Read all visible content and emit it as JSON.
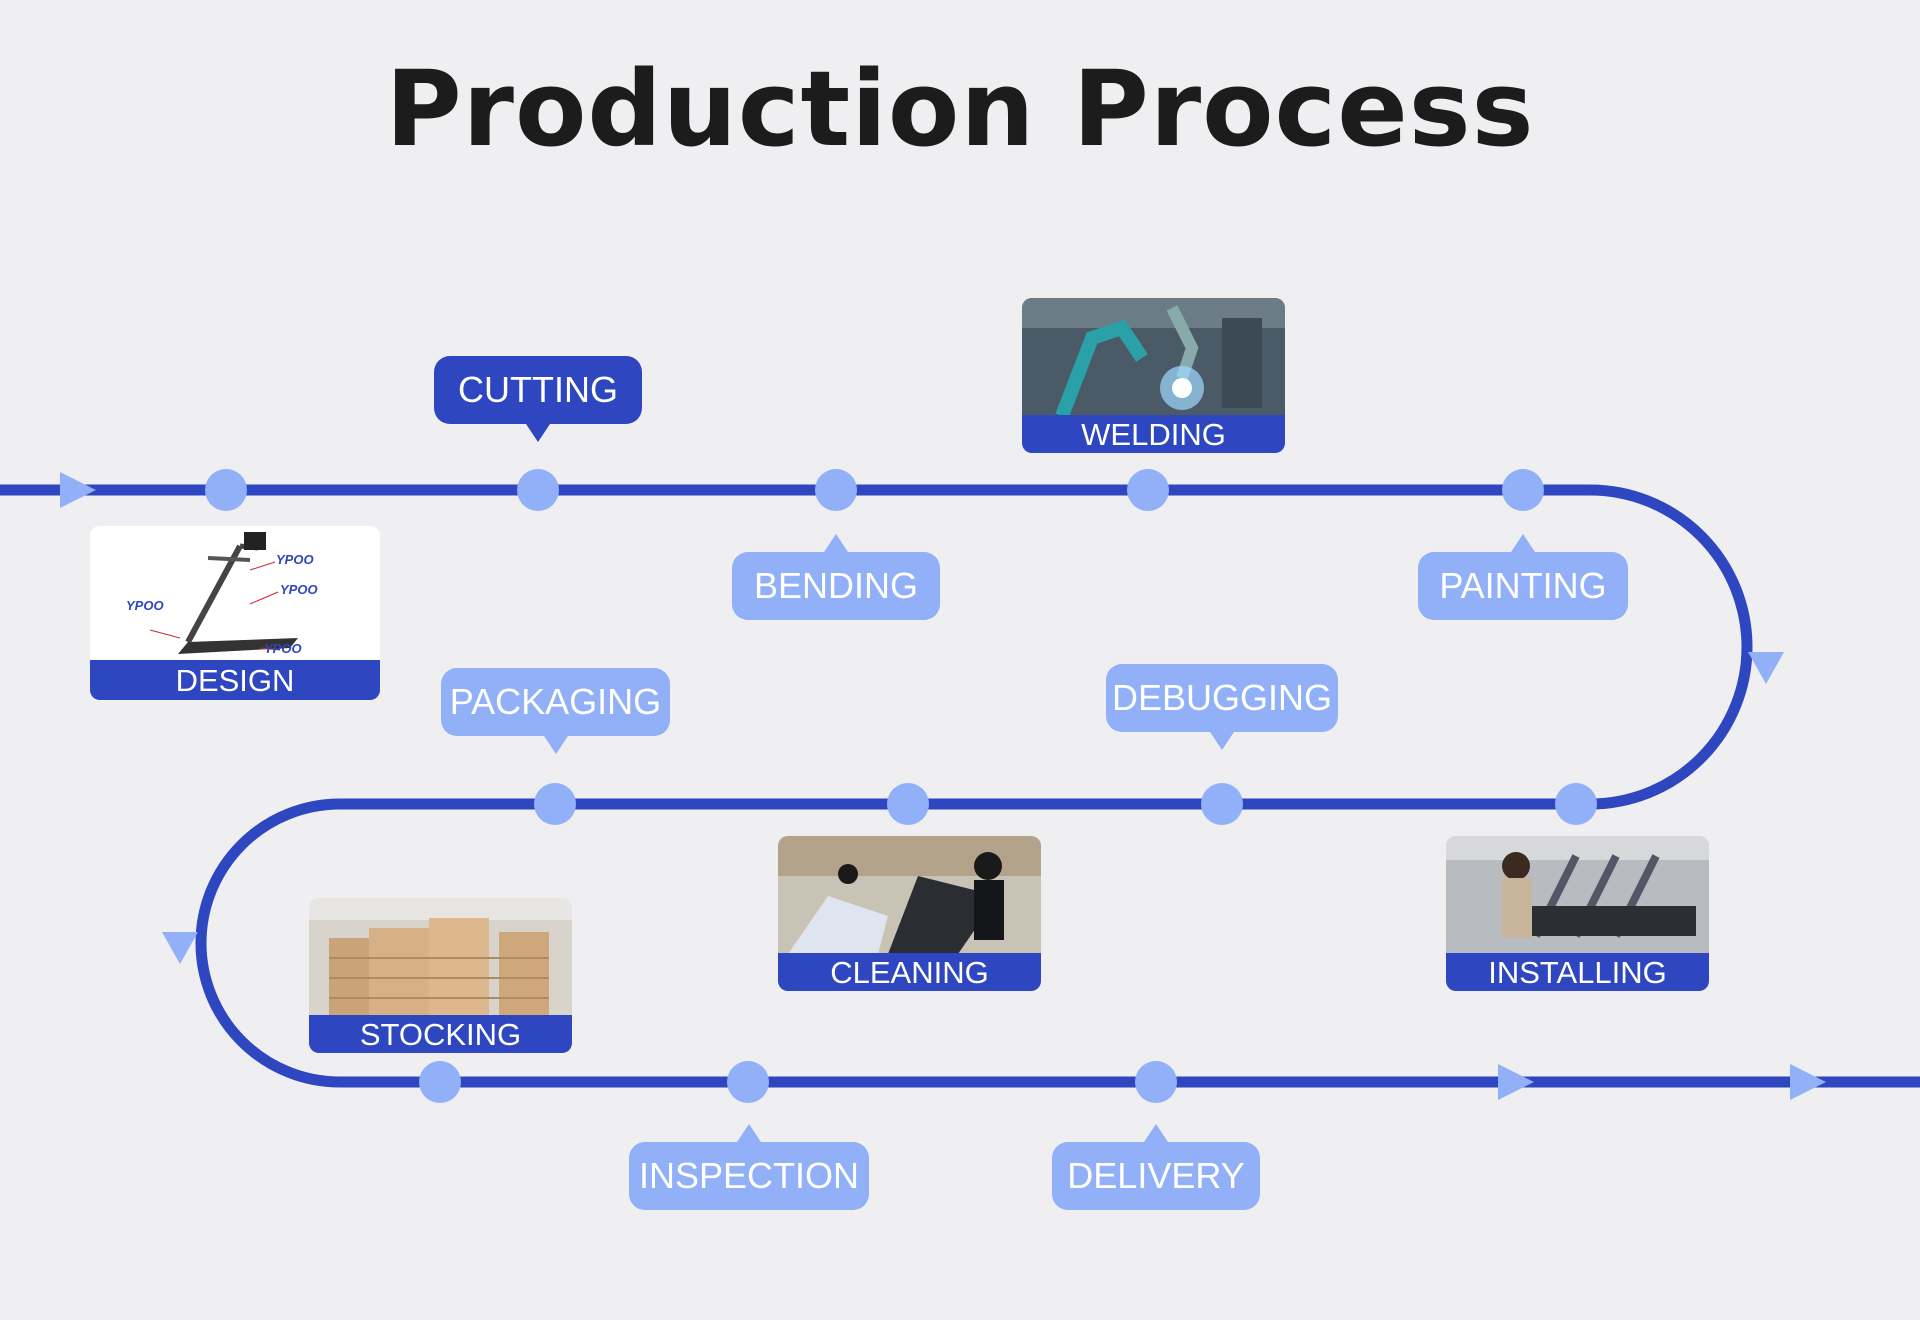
{
  "title": "Production Process",
  "colors": {
    "track": "#2e46bf",
    "node": "#91b0f8",
    "accent": "#2e46bf",
    "background": "#efeff1"
  },
  "steps": [
    {
      "label": "DESIGN",
      "style": "image-card",
      "image": "treadmill-illustration",
      "brand_marks": [
        "YPOO",
        "YPOO",
        "YPOO",
        "YPOO"
      ]
    },
    {
      "label": "CUTTING",
      "style": "dark-bubble"
    },
    {
      "label": "BENDING",
      "style": "light-bubble"
    },
    {
      "label": "WELDING",
      "style": "image-card",
      "image": "robotic-welding-photo"
    },
    {
      "label": "PAINTING",
      "style": "light-bubble"
    },
    {
      "label": "INSTALLING",
      "style": "image-card",
      "image": "assembly-line-photo"
    },
    {
      "label": "DEBUGGING",
      "style": "light-bubble"
    },
    {
      "label": "CLEANING",
      "style": "image-card",
      "image": "cleaning-treadmill-photo"
    },
    {
      "label": "PACKAGING",
      "style": "light-bubble"
    },
    {
      "label": "STOCKING",
      "style": "image-card",
      "image": "stacked-boxes-photo"
    },
    {
      "label": "INSPECTION",
      "style": "light-bubble"
    },
    {
      "label": "DELIVERY",
      "style": "light-bubble"
    }
  ]
}
